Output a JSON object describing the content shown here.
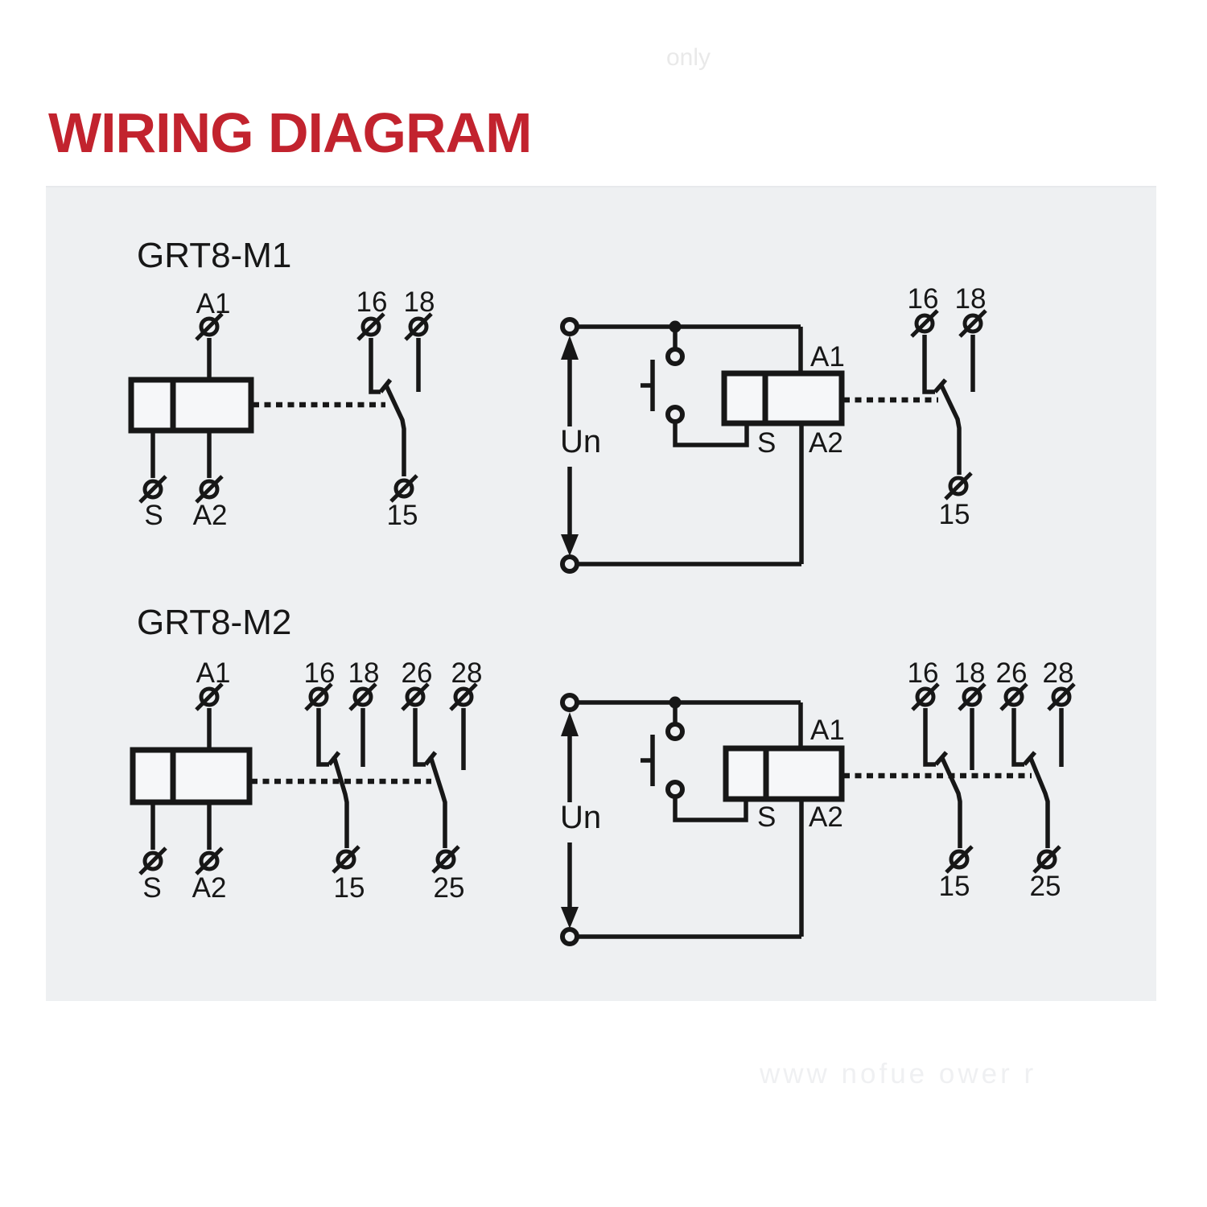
{
  "title": "WIRING DIAGRAM",
  "colors": {
    "title": "#c2232e",
    "line": "#171717",
    "panel_bg": "#eef0f2"
  },
  "watermarks": {
    "top": "only",
    "bottom": "www nofue ower r"
  },
  "diagrams": {
    "m1_symbol": {
      "name": "GRT8-M1"
    },
    "m2_symbol": {
      "name": "GRT8-M2"
    }
  },
  "labels": {
    "a1": "A1",
    "a2": "A2",
    "s": "S",
    "un": "Un",
    "t15": "15",
    "t16": "16",
    "t18": "18",
    "t25": "25",
    "t26": "26",
    "t28": "28"
  }
}
